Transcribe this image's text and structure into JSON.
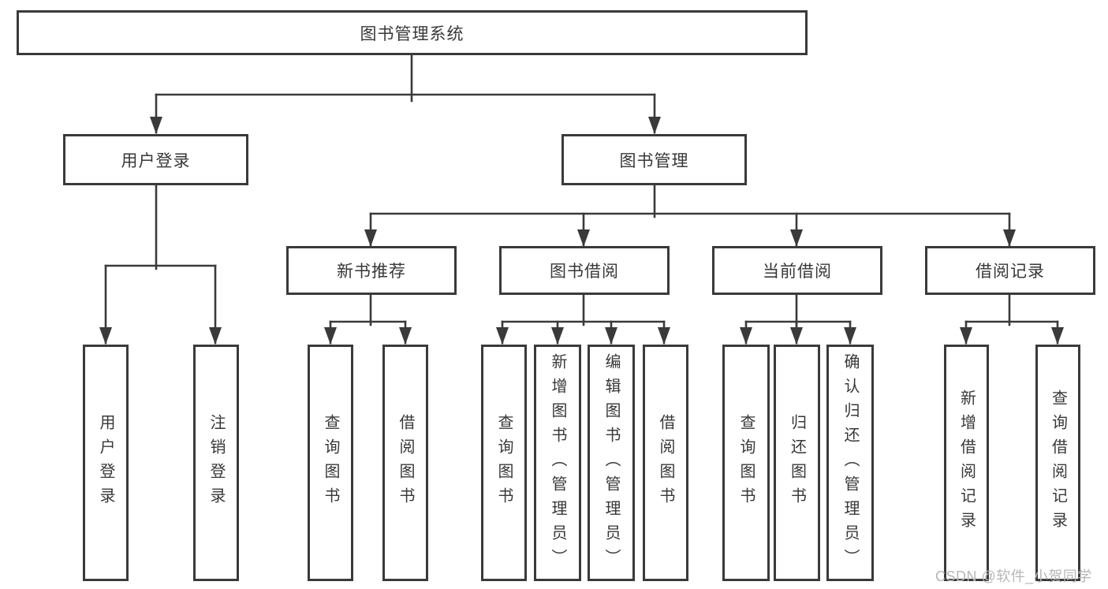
{
  "diagram": {
    "type": "hierarchy-diagram",
    "line_color": "#3a3a3a",
    "text_color": "#383838",
    "background_color": "#ffffff",
    "watermark": "CSDN @软件_小贺同学",
    "tree": {
      "label": "图书管理系统",
      "children": [
        {
          "label": "用户登录",
          "children": [
            {
              "label": "用户登录"
            },
            {
              "label": "注销登录"
            }
          ]
        },
        {
          "label": "图书管理",
          "children": [
            {
              "label": "新书推荐",
              "children": [
                {
                  "label": "查询图书"
                },
                {
                  "label": "借阅图书"
                }
              ]
            },
            {
              "label": "图书借阅",
              "children": [
                {
                  "label": "查询图书"
                },
                {
                  "label": "新增图书（管理员）"
                },
                {
                  "label": "编辑图书（管理员）"
                },
                {
                  "label": "借阅图书"
                }
              ]
            },
            {
              "label": "当前借阅",
              "children": [
                {
                  "label": "查询图书"
                },
                {
                  "label": "归还图书"
                },
                {
                  "label": "确认归还（管理员）"
                }
              ]
            },
            {
              "label": "借阅记录",
              "children": [
                {
                  "label": "新增借阅记录"
                },
                {
                  "label": "查询借阅记录"
                }
              ]
            }
          ]
        }
      ]
    }
  }
}
